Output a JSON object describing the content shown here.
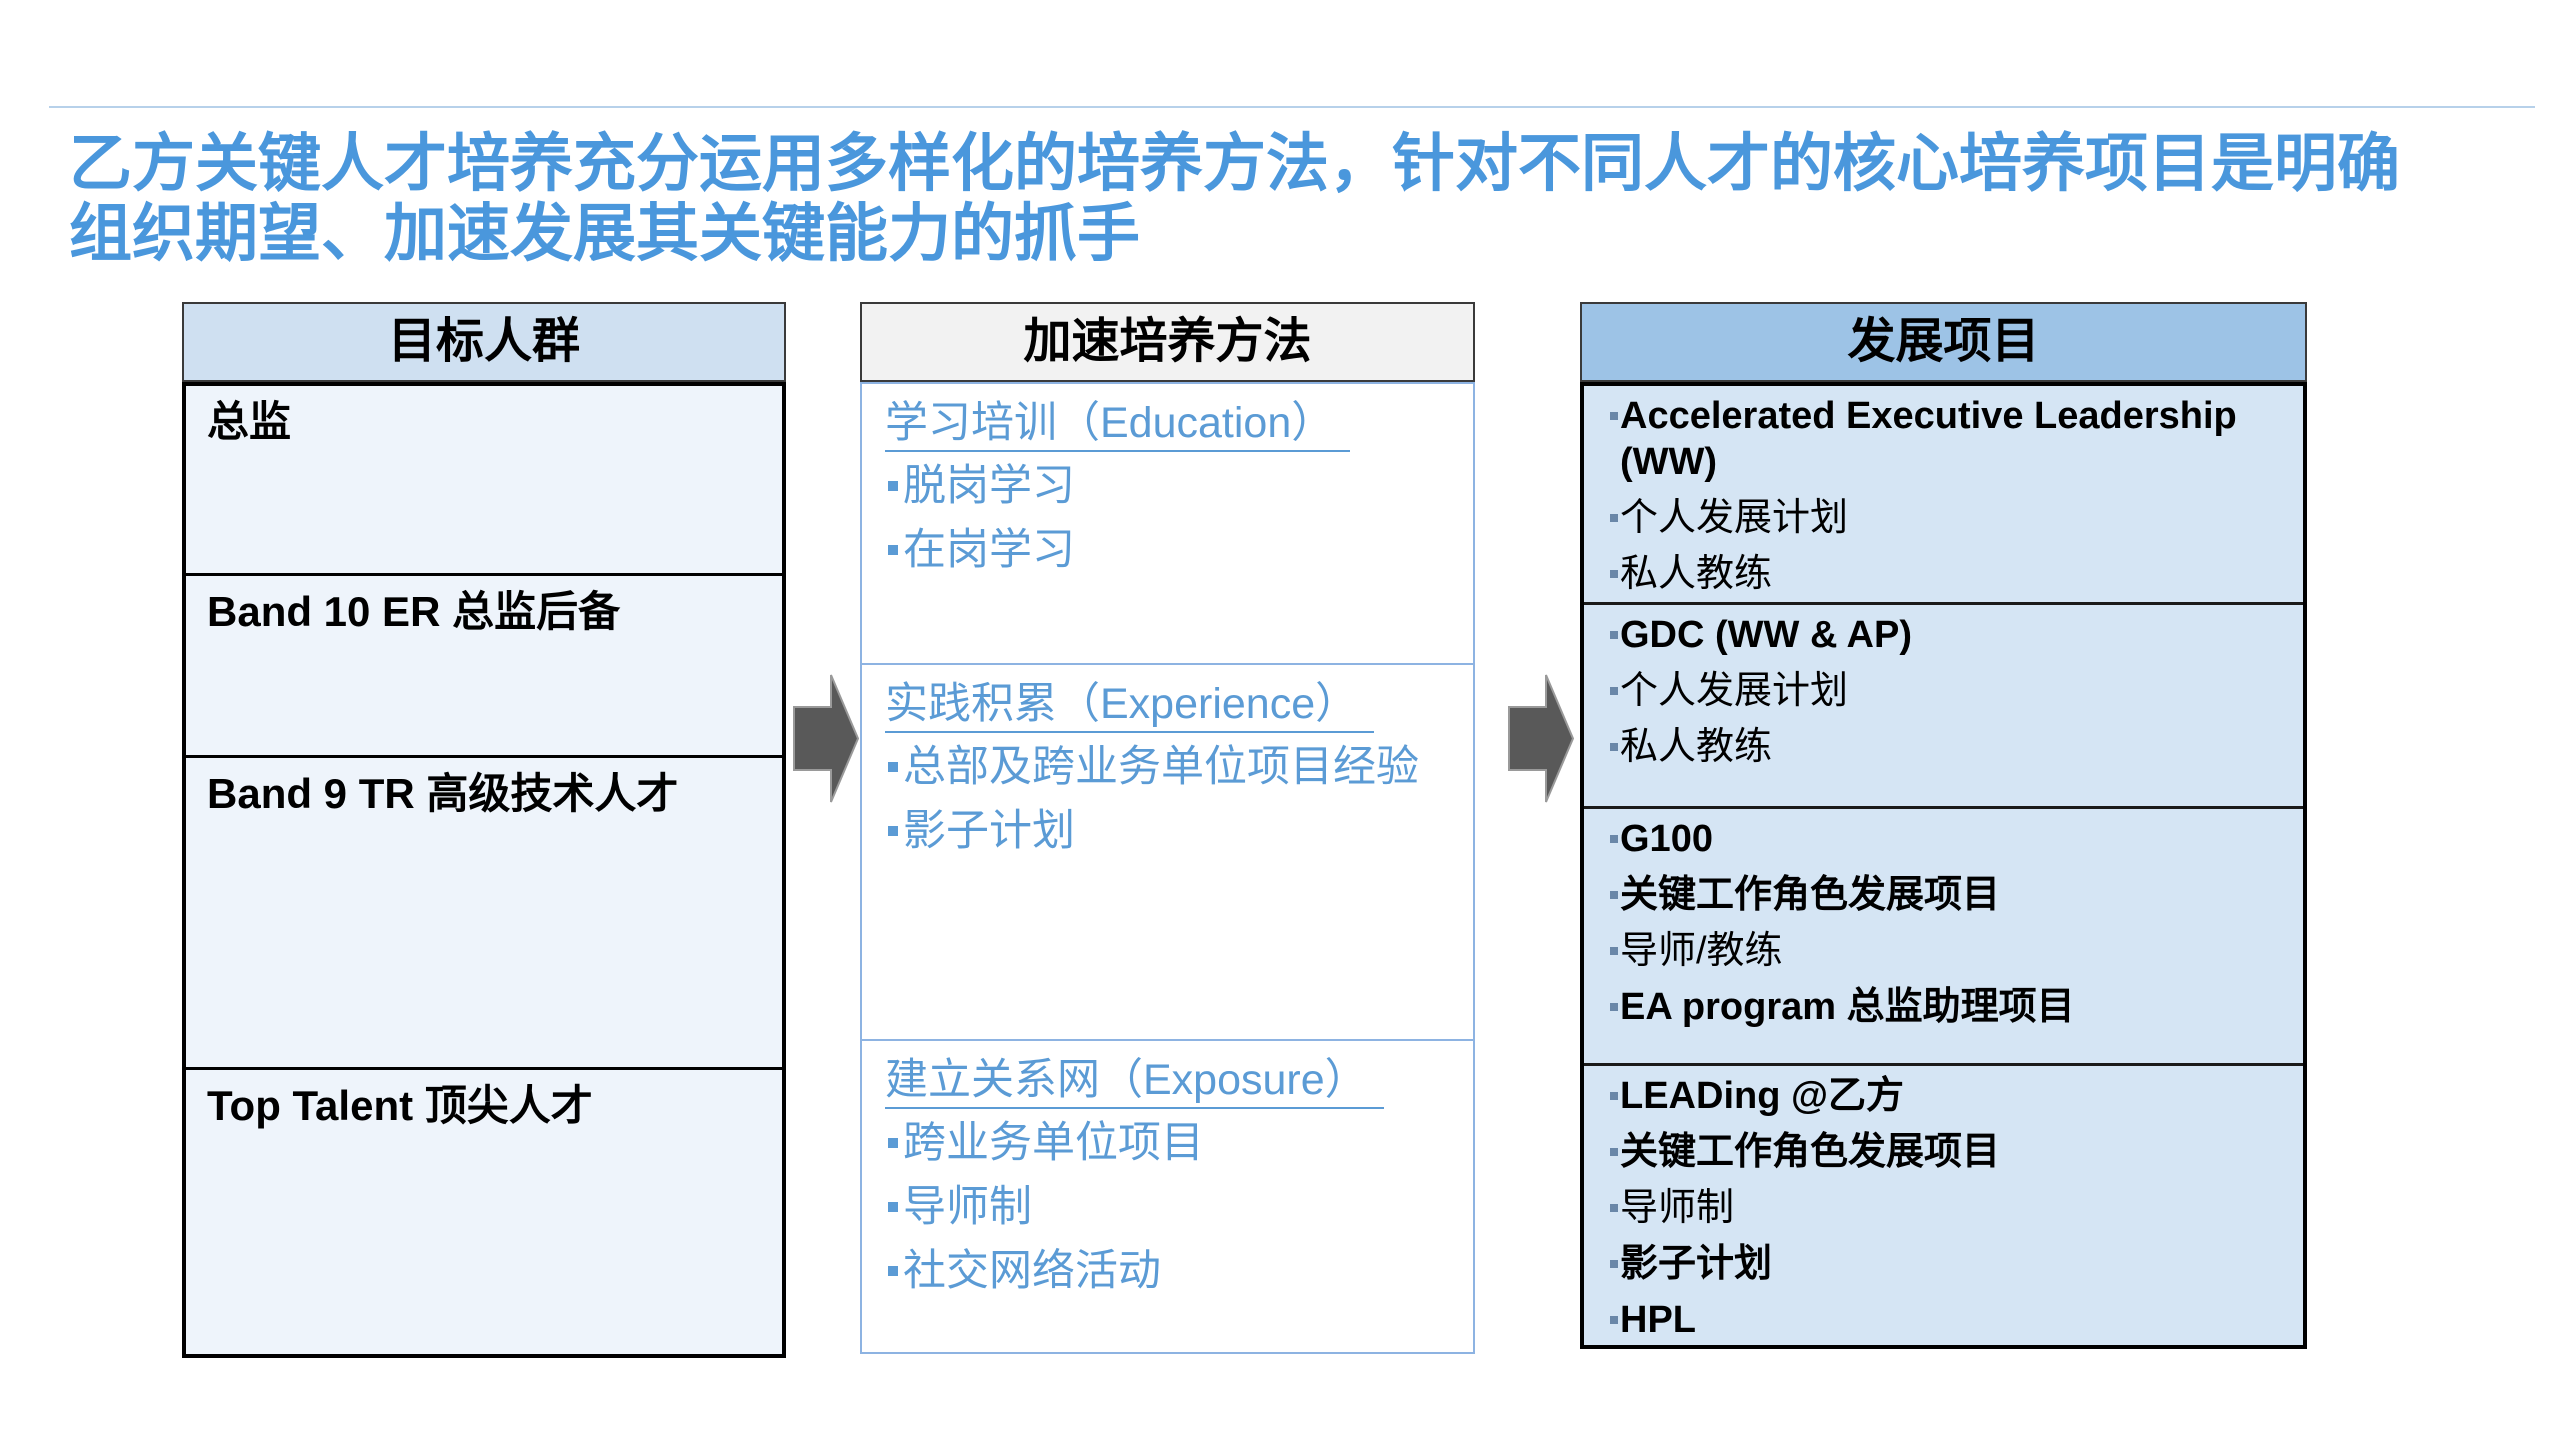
{
  "slide": {
    "title_line1": "乙方关键人才培养充分运用多样化的培养方法，针对不同人才的核心培养项目是明确",
    "title_line2": "组织期望、加速发展其关键能力的抓手"
  },
  "target_groups": {
    "header": "目标人群",
    "rows": [
      "总监",
      "Band 10 ER 总监后备",
      "Band 9 TR 高级技术人才",
      "Top Talent 顶尖人才"
    ]
  },
  "methods": {
    "header": "加速培养方法",
    "sections": [
      {
        "title": "学习培训（Education）",
        "items": [
          "脱岗学习",
          "在岗学习"
        ]
      },
      {
        "title": "实践积累（Experience）",
        "items": [
          "总部及跨业务单位项目经验",
          "影子计划"
        ]
      },
      {
        "title": "建立关系网（Exposure）",
        "items": [
          "跨业务单位项目",
          "导师制",
          "社交网络活动"
        ]
      }
    ]
  },
  "programs": {
    "header": "发展项目",
    "sections": [
      {
        "items": [
          "Accelerated Executive Leadership (WW)",
          "个人发展计划",
          "私人教练"
        ]
      },
      {
        "items": [
          "GDC (WW & AP)",
          "个人发展计划",
          "私人教练"
        ]
      },
      {
        "items": [
          "G100",
          "关键工作角色发展项目",
          "导师/教练",
          "EA program 总监助理项目"
        ]
      },
      {
        "items": [
          "LEADing @乙方",
          "关键工作角色发展项目",
          "导师制",
          "影子计划",
          "HPL"
        ]
      }
    ]
  },
  "icons": {
    "flow_arrow": "arrow-right-icon",
    "bullet": "square-bullet-icon"
  },
  "colors": {
    "title": "#4a97dc",
    "rule": "#b7d1ea",
    "method_text": "#5b9bd5",
    "method_border": "#8db3e2",
    "target_header_fill": "#cfe0f1",
    "target_body_fill": "#eef4fb",
    "method_header_fill": "#f2f2f2",
    "program_header_fill": "#9dc3e6",
    "program_body_fill": "#d5e5f4",
    "program_bullet": "#6a87a8",
    "arrow": "#595959"
  }
}
